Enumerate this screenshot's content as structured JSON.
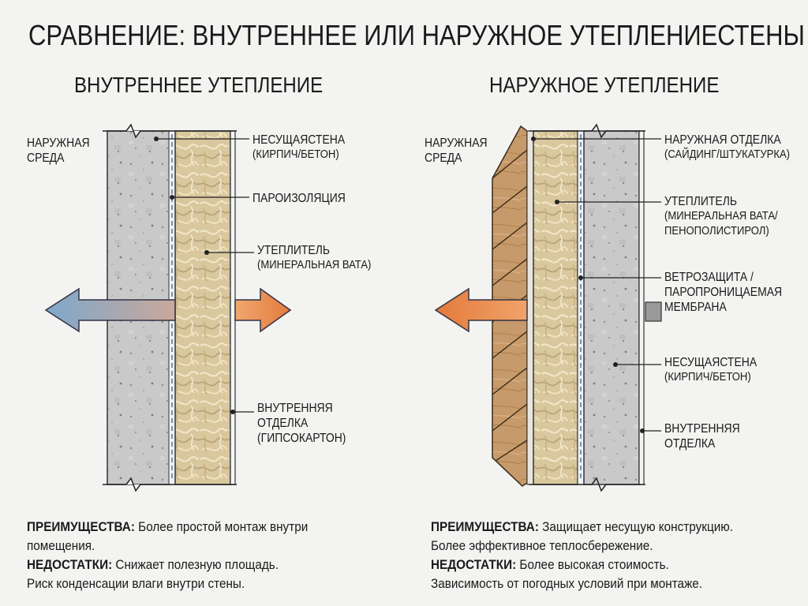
{
  "title": "СРАВНЕНИЕ: ВНУТРЕННЕЕ ИЛИ НАРУЖНОЕ УТЕПЛЕНИЕСТЕНЫ",
  "left": {
    "heading": "ВНУТРЕННЕЕ УТЕПЛЕНИЕ",
    "outside_env_1": "НАРУЖНАЯ",
    "outside_env_2": "СРЕДА",
    "bearing_wall_1": "НЕСУЩАЯСТЕНА",
    "bearing_wall_2": "(КИРПИЧ/БЕТОН)",
    "vapor_barrier": "ПАРОИЗОЛЯЦИЯ",
    "insulation_1": "УТЕПЛИТЕЛЬ",
    "insulation_2": "(МИНЕРАЛЬНАЯ ВАТА)",
    "inner_finish_1": "ВНУТРЕННЯЯ",
    "inner_finish_2": "ОТДЕЛКА",
    "inner_finish_3": "(ГИПСОКАРТОН)",
    "pros_label": "ПРЕИМУЩЕСТВА:",
    "pros_1": " Более простой монтаж внутри",
    "pros_2": "помещения.",
    "cons_label": "НЕДОСТАТКИ:",
    "cons_1": " Снижает полезную площадь.",
    "cons_2": "Риск конденсации влаги внутри стены."
  },
  "right": {
    "heading": "НАРУЖНОЕ УТЕПЛЕНИЕ",
    "outside_env_1": "НАРУЖНАЯ",
    "outside_env_2": "СРЕДА",
    "outer_finish_1": "НАРУЖНАЯ ОТДЕЛКА",
    "outer_finish_2": "(САЙДИНГ/ШТУКАТУРКА)",
    "insulation_1": "УТЕПЛИТЕЛЬ",
    "insulation_2": "(МИНЕРАЛЬНАЯ ВАТА/",
    "insulation_3": "ПЕНОПОЛИСТИРОЛ)",
    "membrane_1": "ВЕТРОЗАЩИТА /",
    "membrane_2": "ПАРОПРОНИЦАЕМАЯ",
    "membrane_3": "МЕМБРАНА",
    "bearing_wall_1": "НЕСУЩАЯСТЕНА",
    "bearing_wall_2": "(КИРПИЧ/БЕТОН)",
    "inner_finish_1": "ВНУТРЕННЯЯ",
    "inner_finish_2": "ОТДЕЛКА",
    "pros_label": "ПРЕИМУЩЕСТВА:",
    "pros_1": " Защищает несущую конструкцию.",
    "pros_2": "Более эффективное теплосбережение.",
    "cons_label": "НЕДОСТАТКИ:",
    "cons_1": " Более высокая стоимость.",
    "cons_2": "Зависимость от погодных условий при монтаже."
  },
  "colors": {
    "concrete": "#c9c9c9",
    "wool": "#d8c59a",
    "wood": "#c89a6c",
    "arrow_cold": "#7ea7c8",
    "arrow_warm": "#e98a4a"
  }
}
